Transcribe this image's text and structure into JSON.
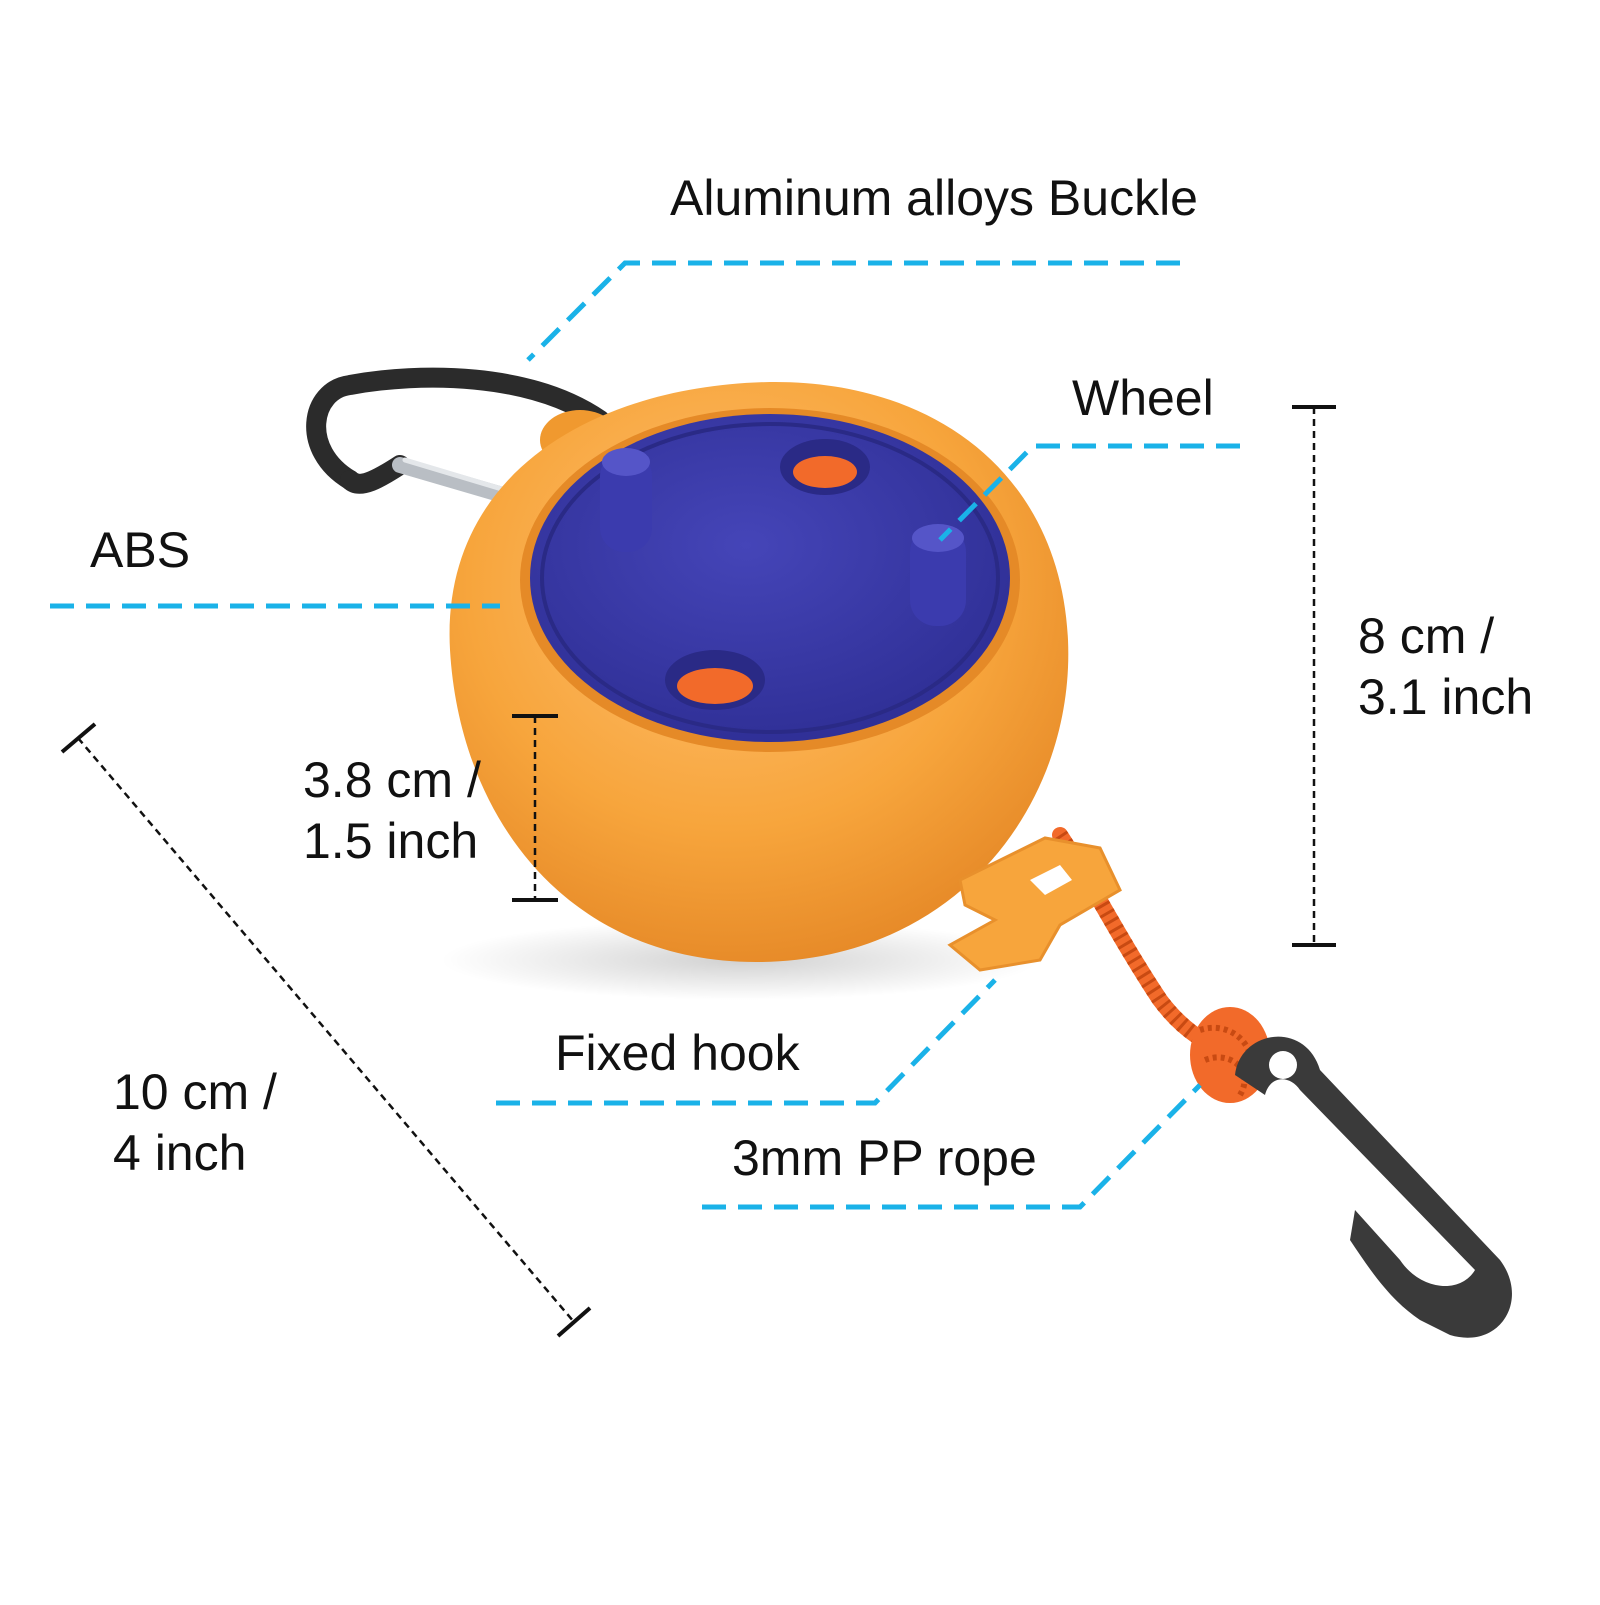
{
  "labels": {
    "buckle": "Aluminum alloys Buckle",
    "wheel": "Wheel",
    "abs": "ABS",
    "fixed_hook": "Fixed hook",
    "rope": "3mm PP rope"
  },
  "dimensions": {
    "height": {
      "line1": "8 cm /",
      "line2": "3.1 inch"
    },
    "thickness": {
      "line1": "3.8 cm /",
      "line2": "1.5 inch"
    },
    "length": {
      "line1": "10 cm /",
      "line2": "4 inch"
    }
  },
  "colors": {
    "callout_line": "#1ab2e8",
    "dimension_line": "#111111",
    "body": "#f7a53c",
    "body_dark": "#e6892a",
    "wheel": "#3a3aa8",
    "wheel_dark": "#2c2c8c",
    "rope": "#f26a2a",
    "clip": "#3a3a3a"
  }
}
